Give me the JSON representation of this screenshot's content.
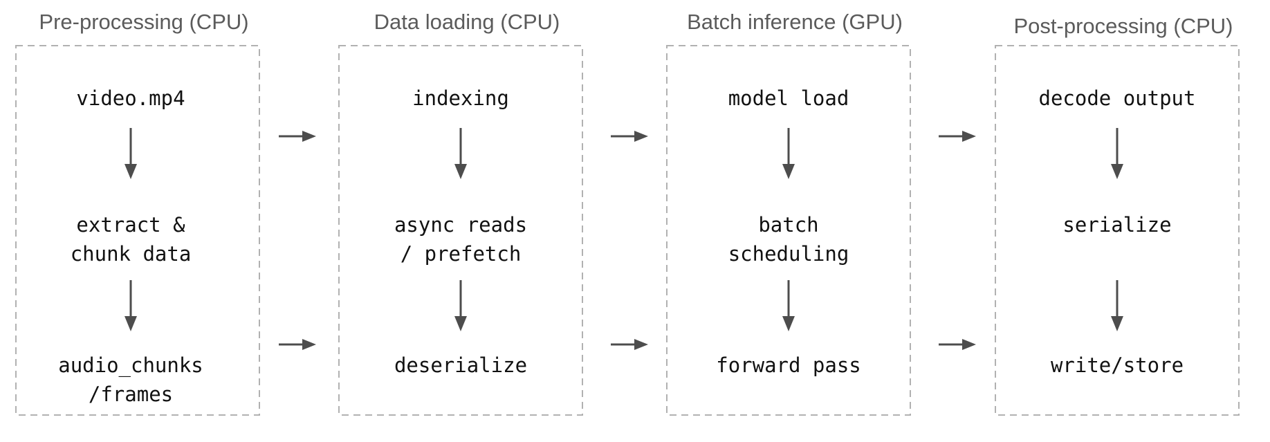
{
  "pipeline": {
    "stages": [
      {
        "title": "Pre-processing (CPU)",
        "nodes": [
          "video.mp4",
          "extract &\nchunk data",
          "audio_chunks\n/frames"
        ]
      },
      {
        "title": "Data loading (CPU)",
        "nodes": [
          "indexing",
          "async reads\n/ prefetch",
          "deserialize"
        ]
      },
      {
        "title": "Batch inference (GPU)",
        "nodes": [
          "model load",
          "batch\nscheduling",
          "forward pass"
        ]
      },
      {
        "title": "Post-processing (CPU)",
        "nodes": [
          "decode output",
          "serialize",
          "write/store"
        ]
      }
    ],
    "colors": {
      "title_text": "#5b5b5b",
      "node_text": "#111111",
      "arrow": "#4d4d4d",
      "box_border": "#b1b1b1",
      "background": "#ffffff"
    }
  }
}
